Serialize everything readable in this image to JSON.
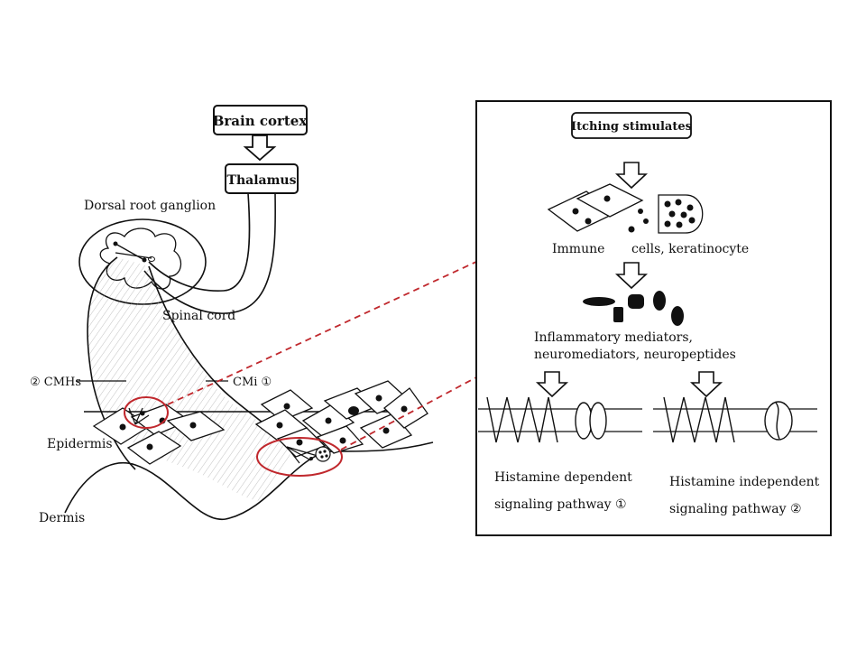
{
  "left": {
    "brain_cortex": "Brain cortex",
    "thalamus": "Thalamus",
    "dorsal_root_ganglion": "Dorsal root ganglion",
    "spinal_cord": "Spinal cord",
    "cmhs": "② CMHs",
    "cmi": "CMi ①",
    "epidermis": "Epidermis",
    "dermis": "Dermis"
  },
  "right": {
    "itching_stimulates": "Itching stimulates",
    "immune_cells": "Immune",
    "keratinocyte": "cells, keratinocyte",
    "mediators_line1": "Inflammatory mediators,",
    "mediators_line2": "neuromediators, neuropeptides",
    "pathway1_line1": "Histamine dependent",
    "pathway1_line2": "signaling pathway ①",
    "pathway2_line1": "Histamine independent",
    "pathway2_line2": "signaling pathway ②"
  },
  "colors": {
    "ink": "#111111",
    "highlight": "#c0282d",
    "connector": "#c0282d"
  }
}
